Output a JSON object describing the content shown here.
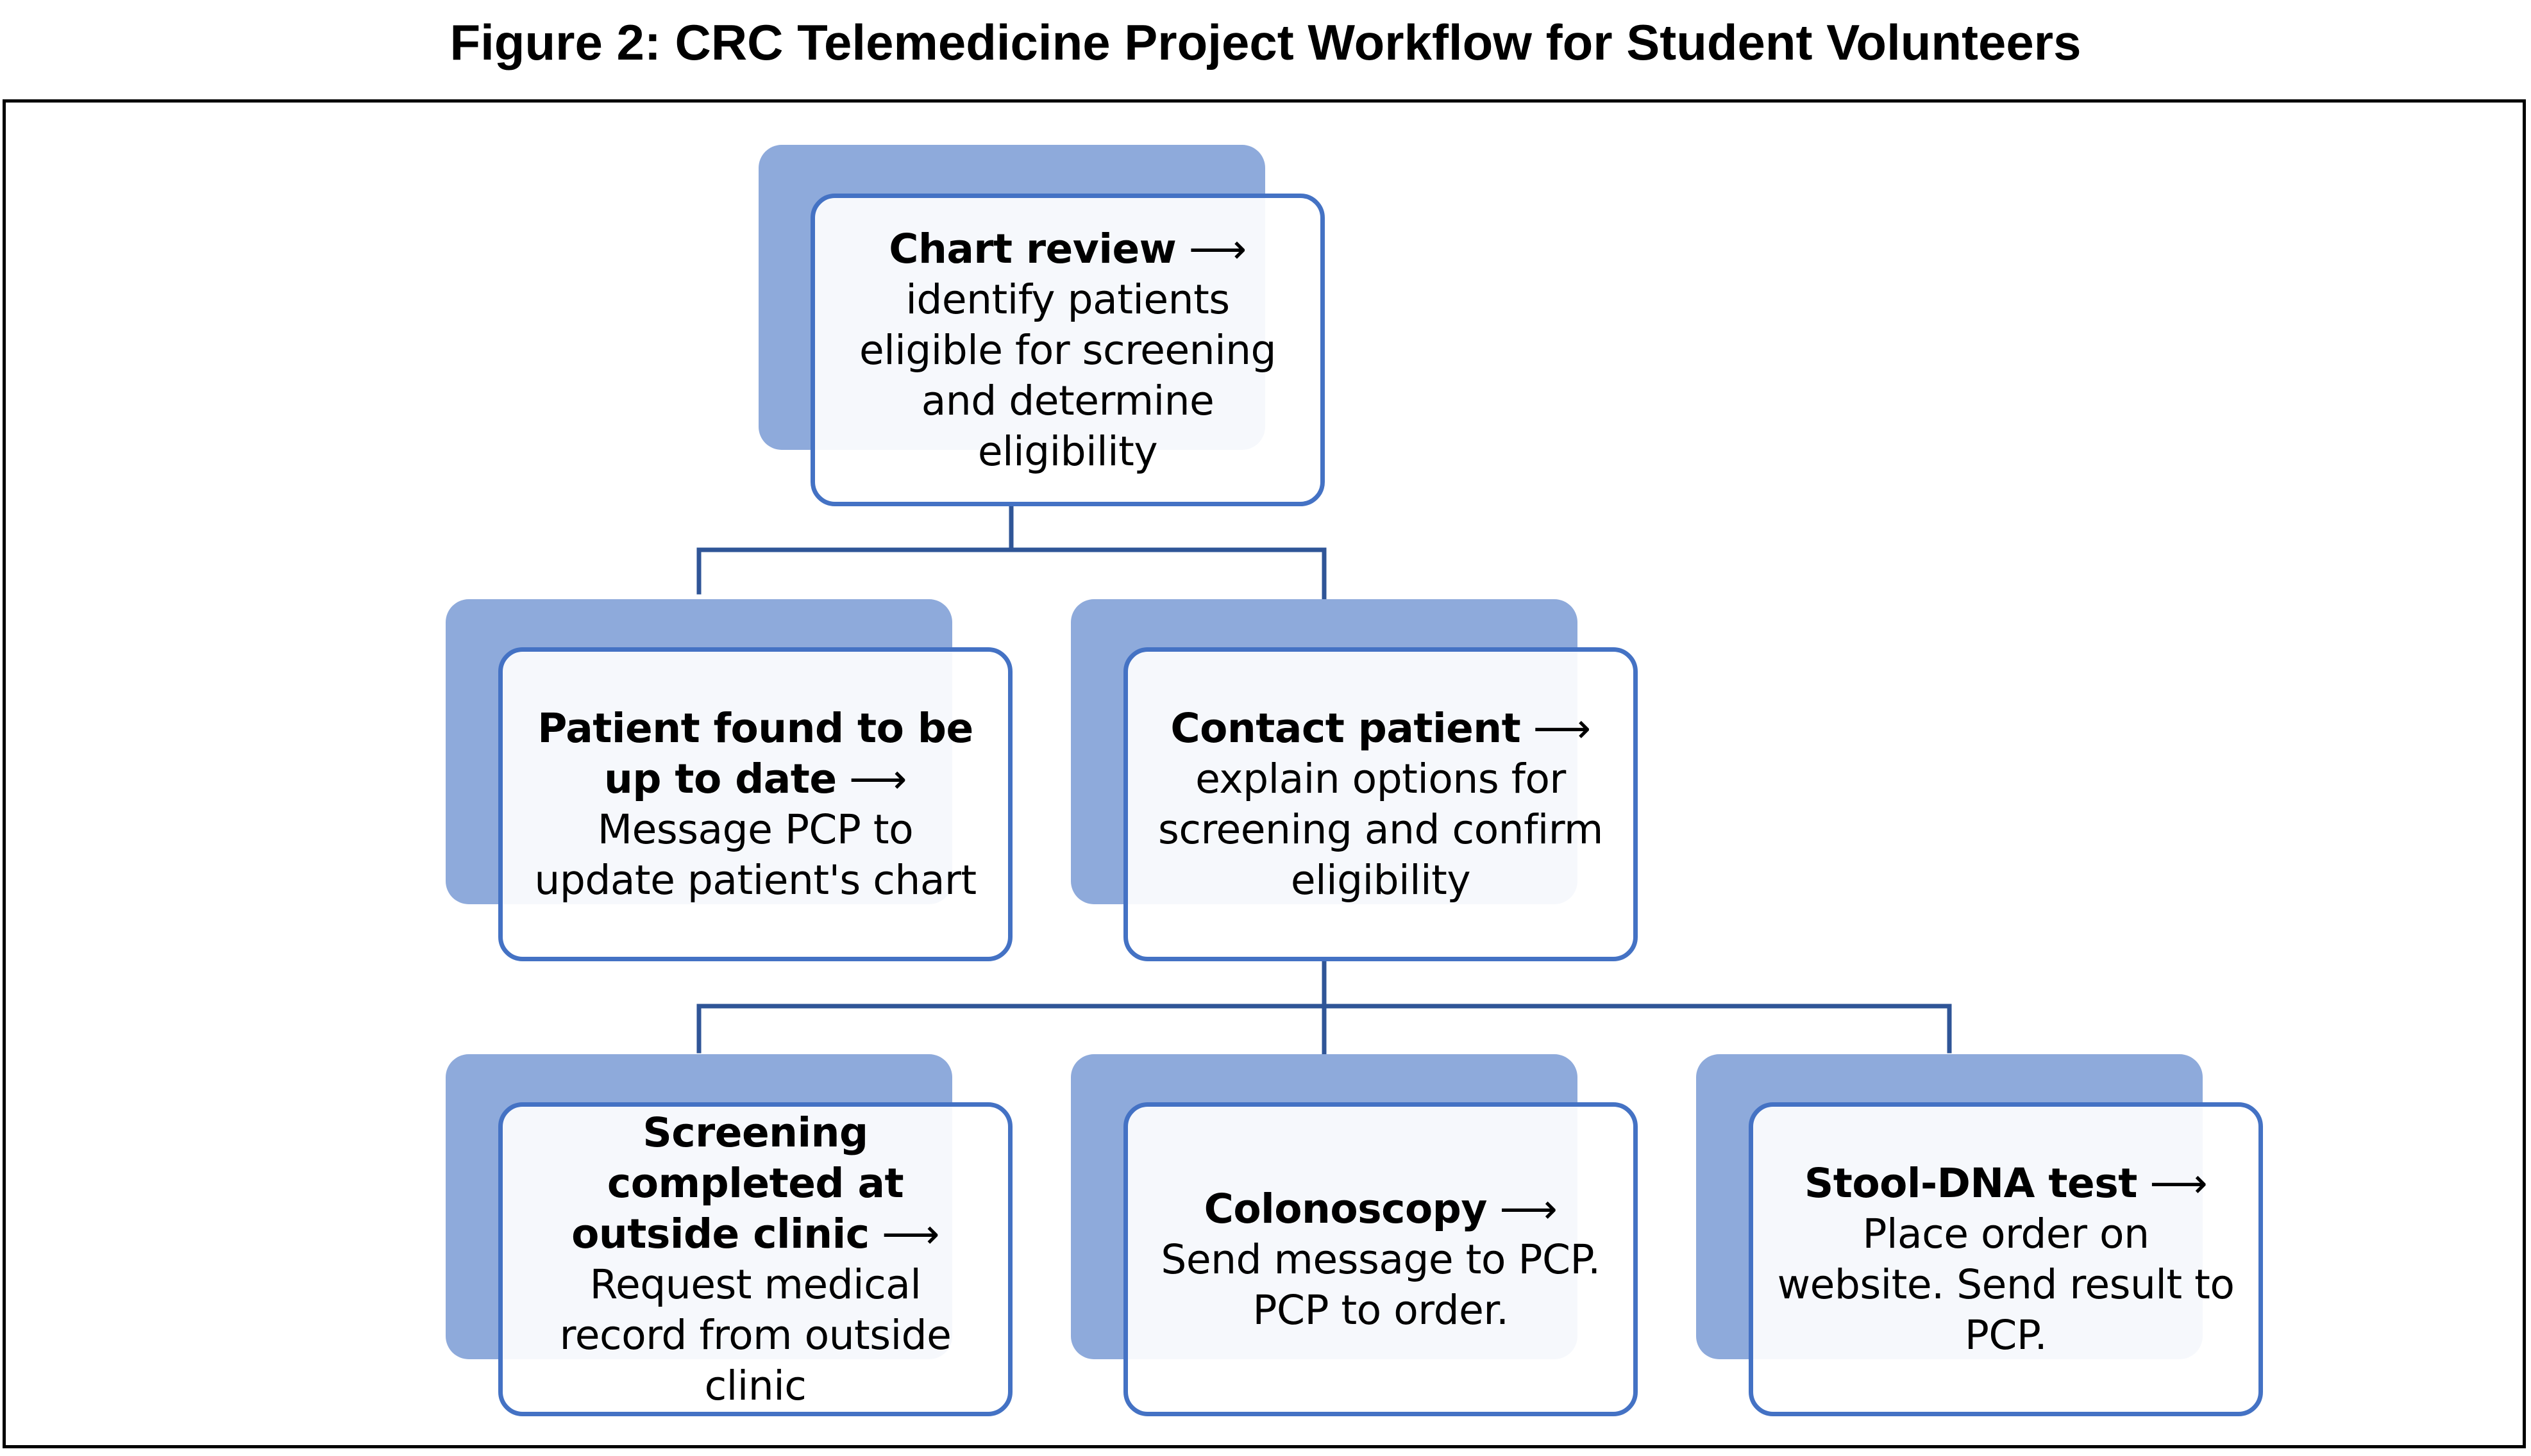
{
  "title": "Figure 2: CRC Telemedicine Project Workflow for Student Volunteers",
  "colors": {
    "node_border": "#4472c4",
    "node_shadow": "#8eaadb",
    "connector": "#2f5597",
    "frame": "#000000"
  },
  "nodes": {
    "chart_review": {
      "bold": "Chart review",
      "rest": " ⟶ identify patients eligible for screening and determine eligibility"
    },
    "up_to_date": {
      "bold": "Patient found to be up to date",
      "rest": " ⟶ Message PCP to update patient's chart"
    },
    "contact_patient": {
      "bold": "Contact patient",
      "rest": " ⟶ explain options for screening and confirm eligibility"
    },
    "outside_clinic": {
      "bold": "Screening completed at outside clinic",
      "rest": " ⟶ Request medical record from outside clinic"
    },
    "colonoscopy": {
      "bold": "Colonoscopy",
      "rest": " ⟶ Send message to PCP. PCP to order."
    },
    "stool_dna": {
      "bold": "Stool-DNA test",
      "rest": " ⟶ Place order on website. Send result to PCP."
    }
  },
  "edges": [
    {
      "from": "chart_review",
      "to": "up_to_date"
    },
    {
      "from": "chart_review",
      "to": "contact_patient"
    },
    {
      "from": "contact_patient",
      "to": "outside_clinic"
    },
    {
      "from": "contact_patient",
      "to": "colonoscopy"
    },
    {
      "from": "contact_patient",
      "to": "stool_dna"
    }
  ]
}
